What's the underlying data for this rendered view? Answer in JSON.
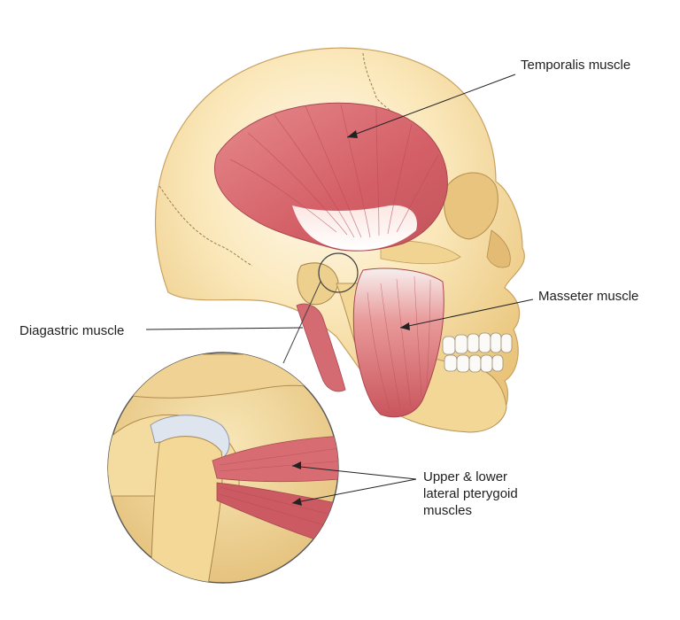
{
  "labels": {
    "temporalis": "Temporalis muscle",
    "masseter": "Masseter muscle",
    "digastric": "Diagastric muscle",
    "pterygoid": [
      "Upper & lower",
      "lateral pterygoid",
      "muscles"
    ]
  },
  "colors": {
    "bone": "#f5dfa6",
    "bone_shadow": "#e8c77e",
    "muscle": "#d9696f",
    "muscle_dark": "#b84a52",
    "tendon": "#f7f2ee",
    "outline": "#6e5a3a",
    "leader": "#222222"
  }
}
